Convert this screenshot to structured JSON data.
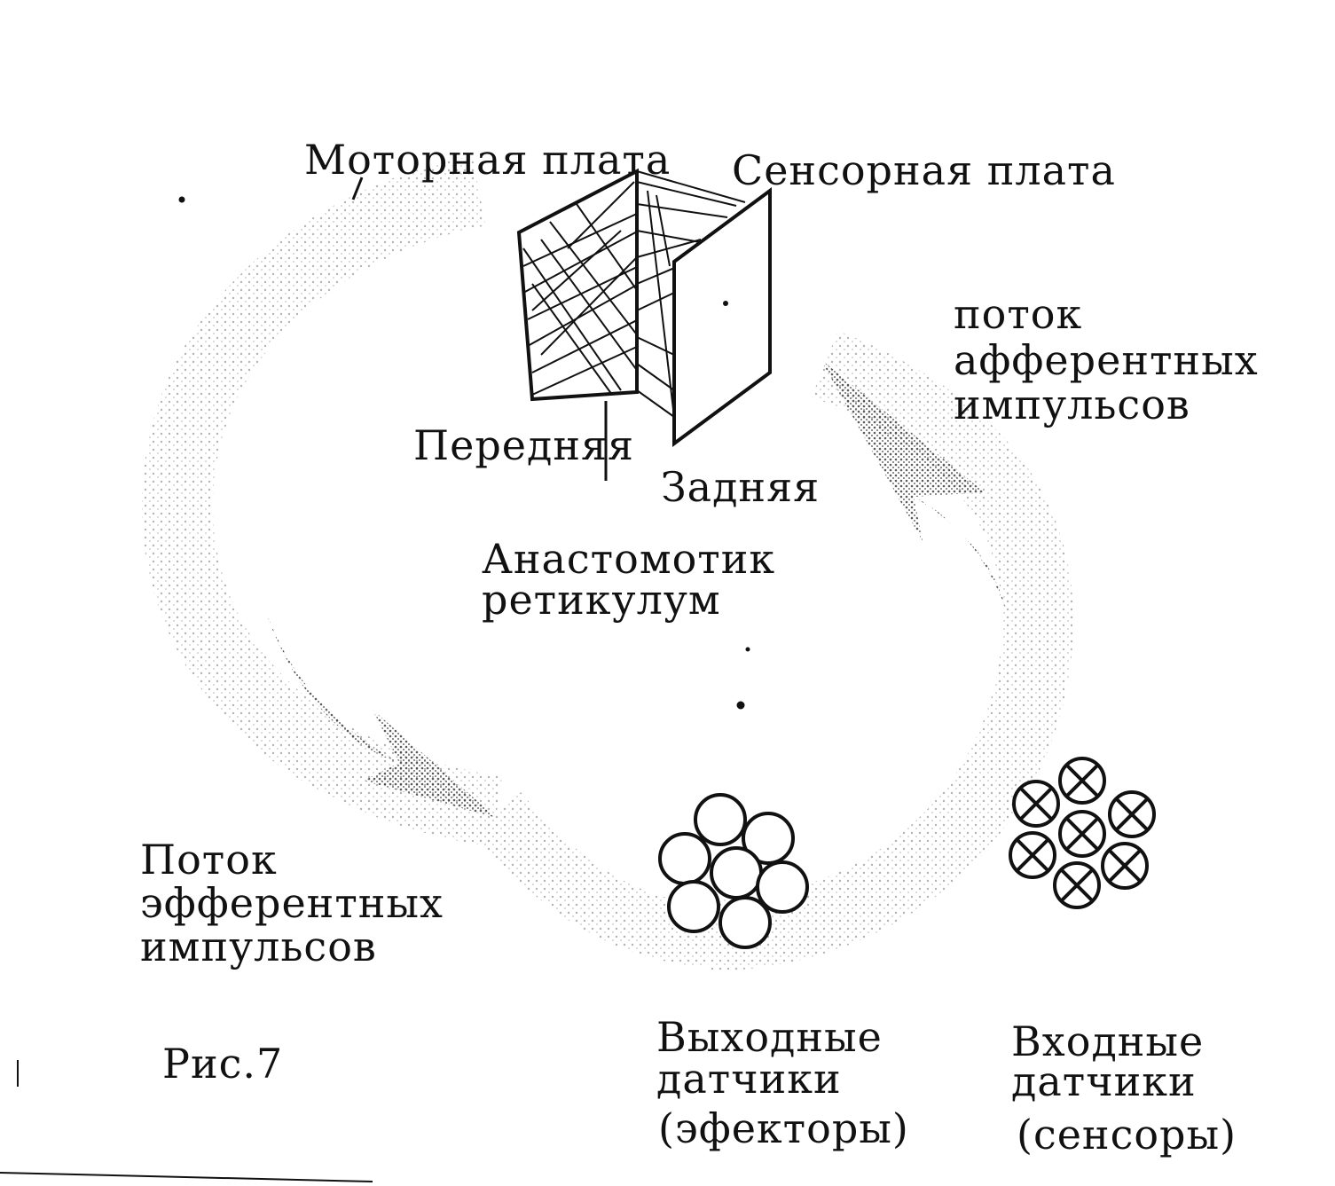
{
  "labels": {
    "motor_plate": "Моторная плата",
    "sensor_plate": "Сенсорная плата",
    "front": "Передняя",
    "back": "Задняя",
    "anastomotic_reticulum": [
      "Анастомотик",
      "ретикулум"
    ],
    "afferent_flow": [
      "поток",
      "афферентных",
      "импульсов"
    ],
    "efferent_flow": [
      "Поток",
      "эфферентных",
      "импульсов"
    ],
    "output_sensors": [
      "Выходные",
      "датчики",
      "(эфекторы)"
    ],
    "input_sensors": [
      "Входные",
      "датчики",
      "(сенсоры)"
    ],
    "figure_caption": "Рис.7"
  },
  "colors": {
    "ink": "#111111",
    "stipple": "#555555",
    "paper": "#ffffff"
  }
}
